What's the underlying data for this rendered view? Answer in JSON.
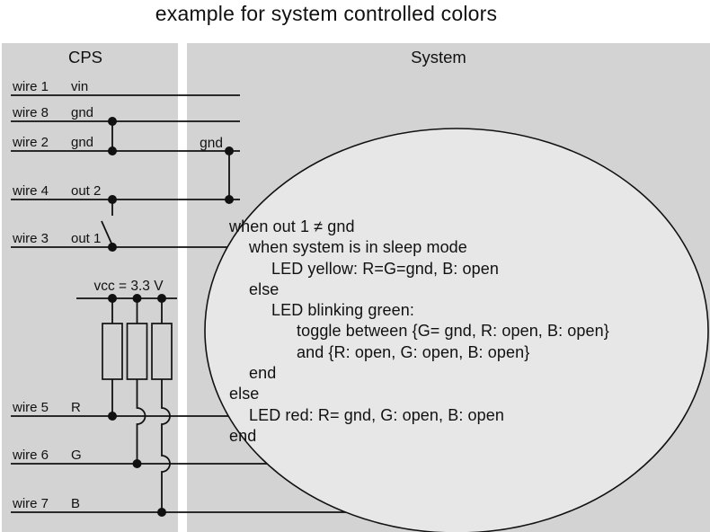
{
  "title": "example for system controlled colors",
  "panels": {
    "cps": {
      "header": "CPS"
    },
    "system": {
      "header": "System"
    }
  },
  "wires": [
    {
      "id": "wire 1",
      "signal": "vin"
    },
    {
      "id": "wire 8",
      "signal": "gnd"
    },
    {
      "id": "wire 2",
      "signal": "gnd"
    },
    {
      "id": "wire 4",
      "signal": "out 2"
    },
    {
      "id": "wire 3",
      "signal": "out 1"
    },
    {
      "id": "wire 5",
      "signal": "R"
    },
    {
      "id": "wire 6",
      "signal": "G"
    },
    {
      "id": "wire 7",
      "signal": "B"
    }
  ],
  "labels": {
    "gnd_junction": "gnd",
    "vcc": "vcc = 3.3 V"
  },
  "pseudocode": {
    "lines": [
      {
        "text": "when out 1 ≠ gnd",
        "indent": 0
      },
      {
        "text": "when system is in sleep mode",
        "indent": 1
      },
      {
        "text": "LED yellow: R=G=gnd, B: open",
        "indent": 2
      },
      {
        "text": "else",
        "indent": 1
      },
      {
        "text": "LED blinking green:",
        "indent": 2
      },
      {
        "text": "toggle between {G= gnd, R: open, B: open}",
        "indent": 3
      },
      {
        "text": "and {R: open, G: open, B: open}",
        "indent": 3
      },
      {
        "text": "end",
        "indent": 1
      },
      {
        "text": "else",
        "indent": 0
      },
      {
        "text": "LED red: R= gnd, G: open, B: open",
        "indent": 1
      },
      {
        "text": "end",
        "indent": 0
      }
    ]
  },
  "colors": {
    "panel_background": "#d3d3d3",
    "ellipse_fill": "#e7e7e7",
    "line": "#111111",
    "page_background": "#ffffff"
  }
}
